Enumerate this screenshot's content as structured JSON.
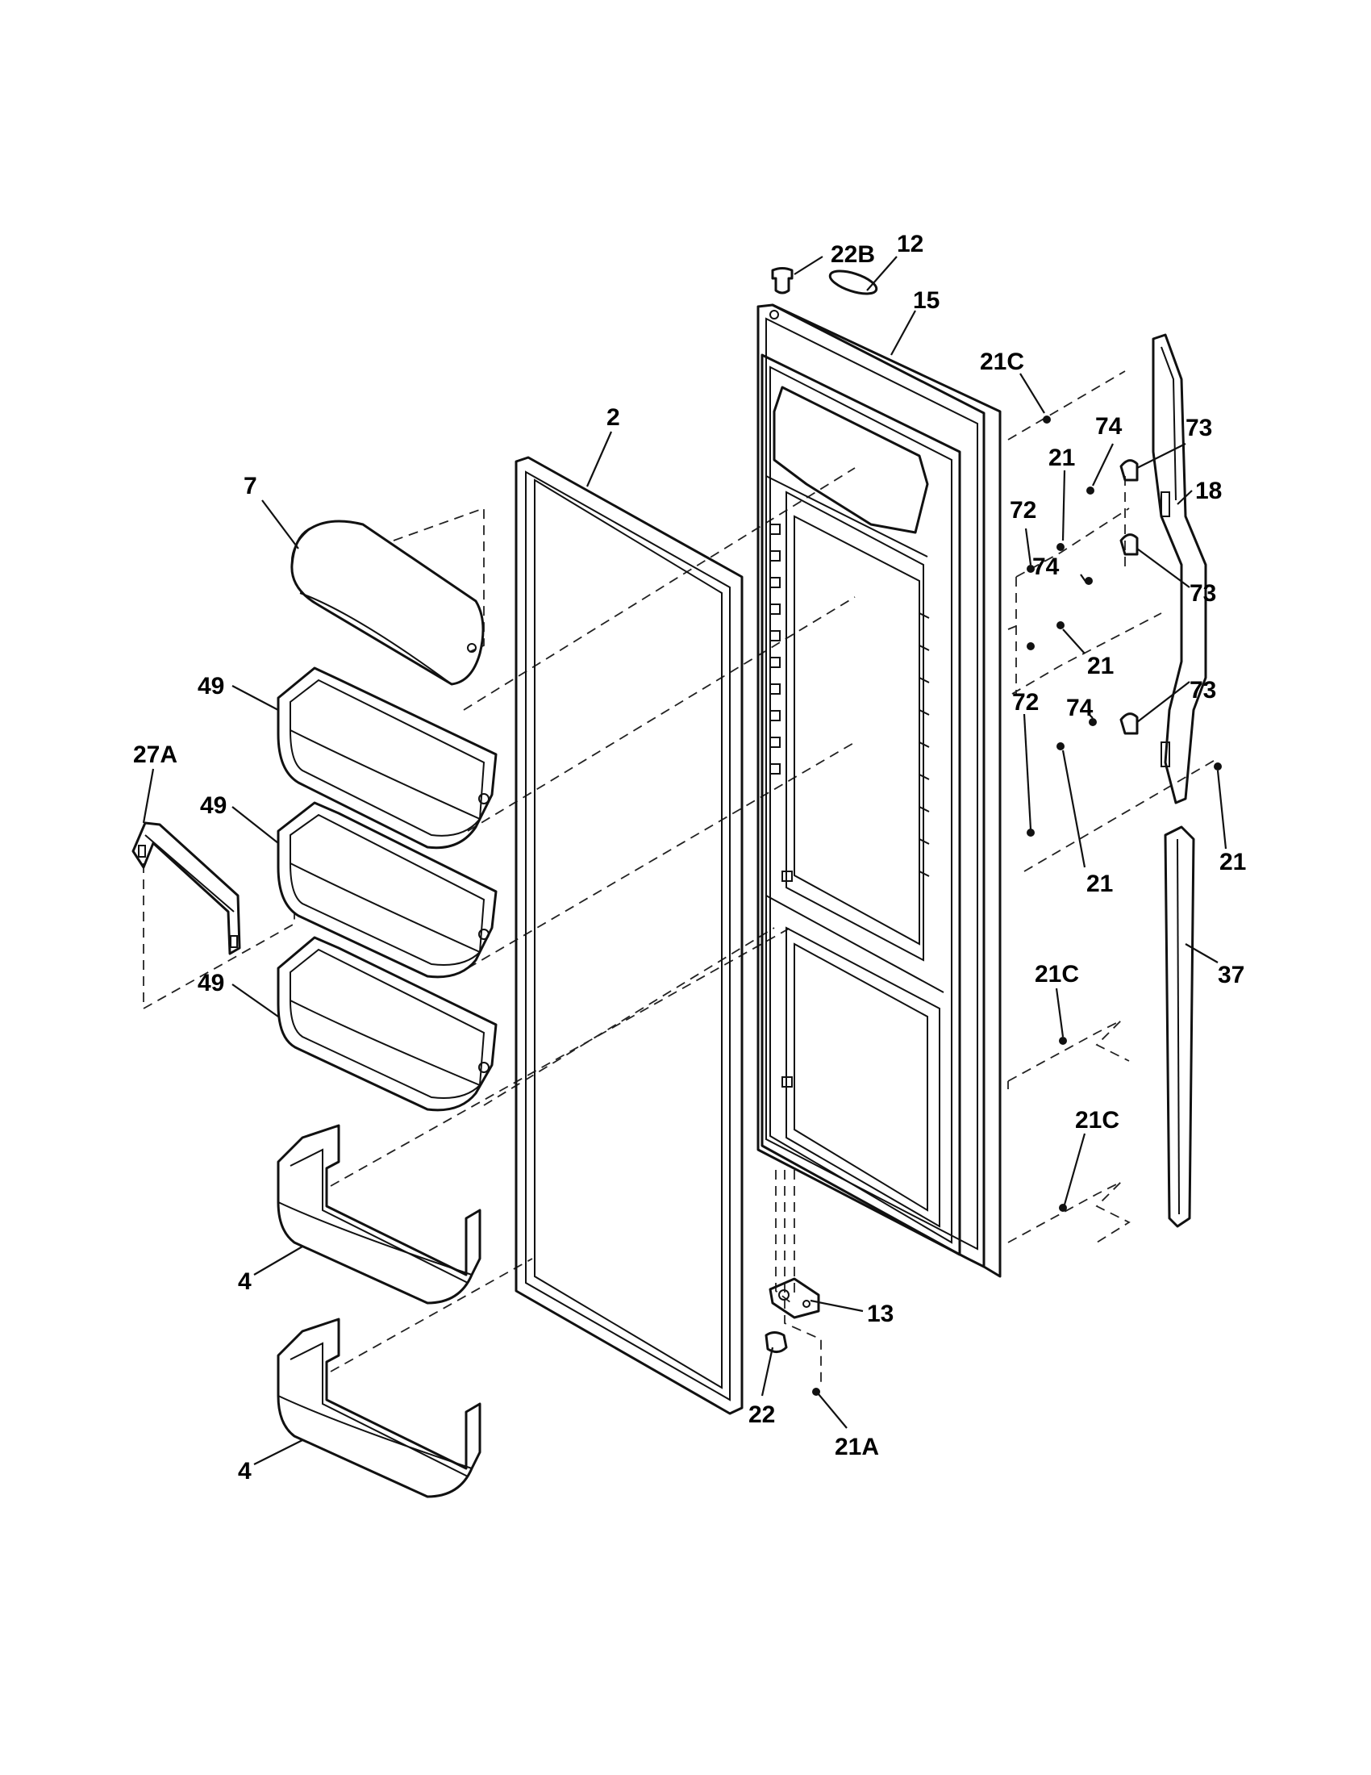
{
  "diagram": {
    "callouts": {
      "c22B": "22B",
      "c12": "12",
      "c15": "15",
      "c21C_top": "21C",
      "c74_a": "74",
      "c73_a": "73",
      "c21_a": "21",
      "c18": "18",
      "c72_a": "72",
      "c74_b": "74",
      "c73_b": "73",
      "c21_b": "21",
      "c72_b": "72",
      "c74_c": "74",
      "c73_c": "73",
      "c21_c": "21",
      "c21_d": "21",
      "c37": "37",
      "c21C_mid": "21C",
      "c21C_low": "21C",
      "c2": "2",
      "c7": "7",
      "c49_a": "49",
      "c27A": "27A",
      "c49_b": "49",
      "c49_c": "49",
      "c4_a": "4",
      "c4_b": "4",
      "c13": "13",
      "c22": "22",
      "c21A": "21A"
    }
  }
}
